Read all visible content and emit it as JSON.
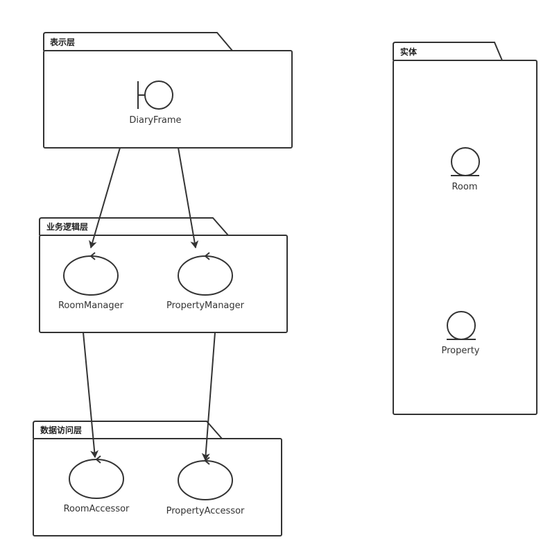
{
  "packages": {
    "presentation": {
      "label": "表示层"
    },
    "business": {
      "label": "业务逻辑层"
    },
    "data_access": {
      "label": "数据访问层"
    },
    "entity": {
      "label": "实体"
    }
  },
  "elements": {
    "diary_frame": {
      "label": "DiaryFrame",
      "kind": "boundary"
    },
    "room_manager": {
      "label": "RoomManager",
      "kind": "control"
    },
    "property_manager": {
      "label": "PropertyManager",
      "kind": "control"
    },
    "room_accessor": {
      "label": "RoomAccessor",
      "kind": "control"
    },
    "property_accessor": {
      "label": "PropertyAccessor",
      "kind": "control"
    },
    "room": {
      "label": "Room",
      "kind": "entity"
    },
    "property": {
      "label": "Property",
      "kind": "entity"
    }
  },
  "colors": {
    "stroke": "#333333",
    "background": "#ffffff"
  }
}
